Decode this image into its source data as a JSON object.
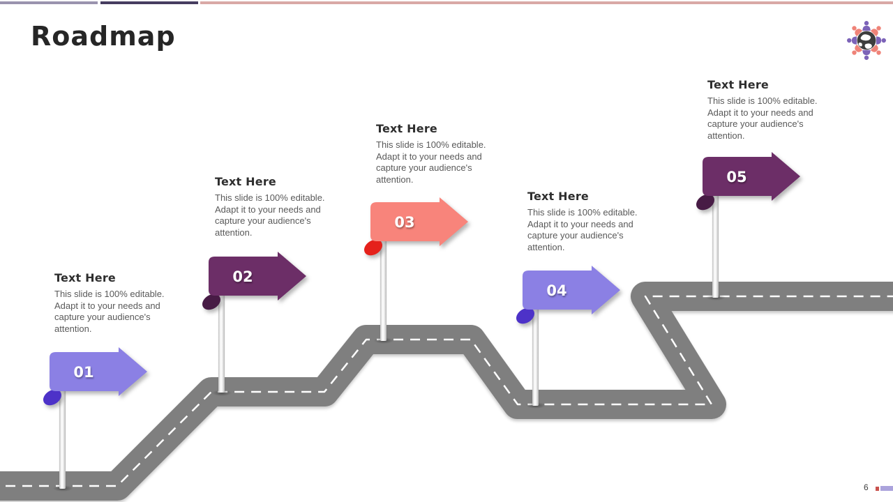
{
  "slide": {
    "title": "Roadmap"
  },
  "top_bar": {
    "segment1_color": "#9A93AE",
    "segment2_color": "#473D60",
    "segment3_color": "#D9A9A6"
  },
  "road": {
    "color": "#7F7F7F",
    "dash_color": "#FFFFFF"
  },
  "logo": {
    "globe_color": "#3D3D3D",
    "land_color": "#FFFFFF",
    "figure_color_a": "#7C63B8",
    "figure_color_b": "#EF8378"
  },
  "milestones": [
    {
      "number": "01",
      "title": "Text Here",
      "description": "This slide is 100% editable. Adapt it to your needs and capture your audience's attention.",
      "color": "#8B80E4",
      "fold_color": "#4D32C8"
    },
    {
      "number": "02",
      "title": "Text Here",
      "description": "This slide is 100% editable. Adapt it to your needs and capture your audience's attention.",
      "color": "#6C2E67",
      "fold_color": "#471B45"
    },
    {
      "number": "03",
      "title": "Text Here",
      "description": "This slide is 100% editable. Adapt it to your needs and capture your audience's attention.",
      "color": "#F8847B",
      "fold_color": "#E5211B"
    },
    {
      "number": "04",
      "title": "Text Here",
      "description": "This slide is 100% editable. Adapt it to your needs and capture your audience's attention.",
      "color": "#8B80E4",
      "fold_color": "#4D32C8"
    },
    {
      "number": "05",
      "title": "Text Here",
      "description": "This slide is 100% editable. Adapt it to your needs and capture your audience's attention.",
      "color": "#6C2E67",
      "fold_color": "#471B45"
    }
  ],
  "footer": {
    "page_number": "6",
    "accent_red": "#C9524E",
    "accent_lavender": "#ABA3DC"
  }
}
